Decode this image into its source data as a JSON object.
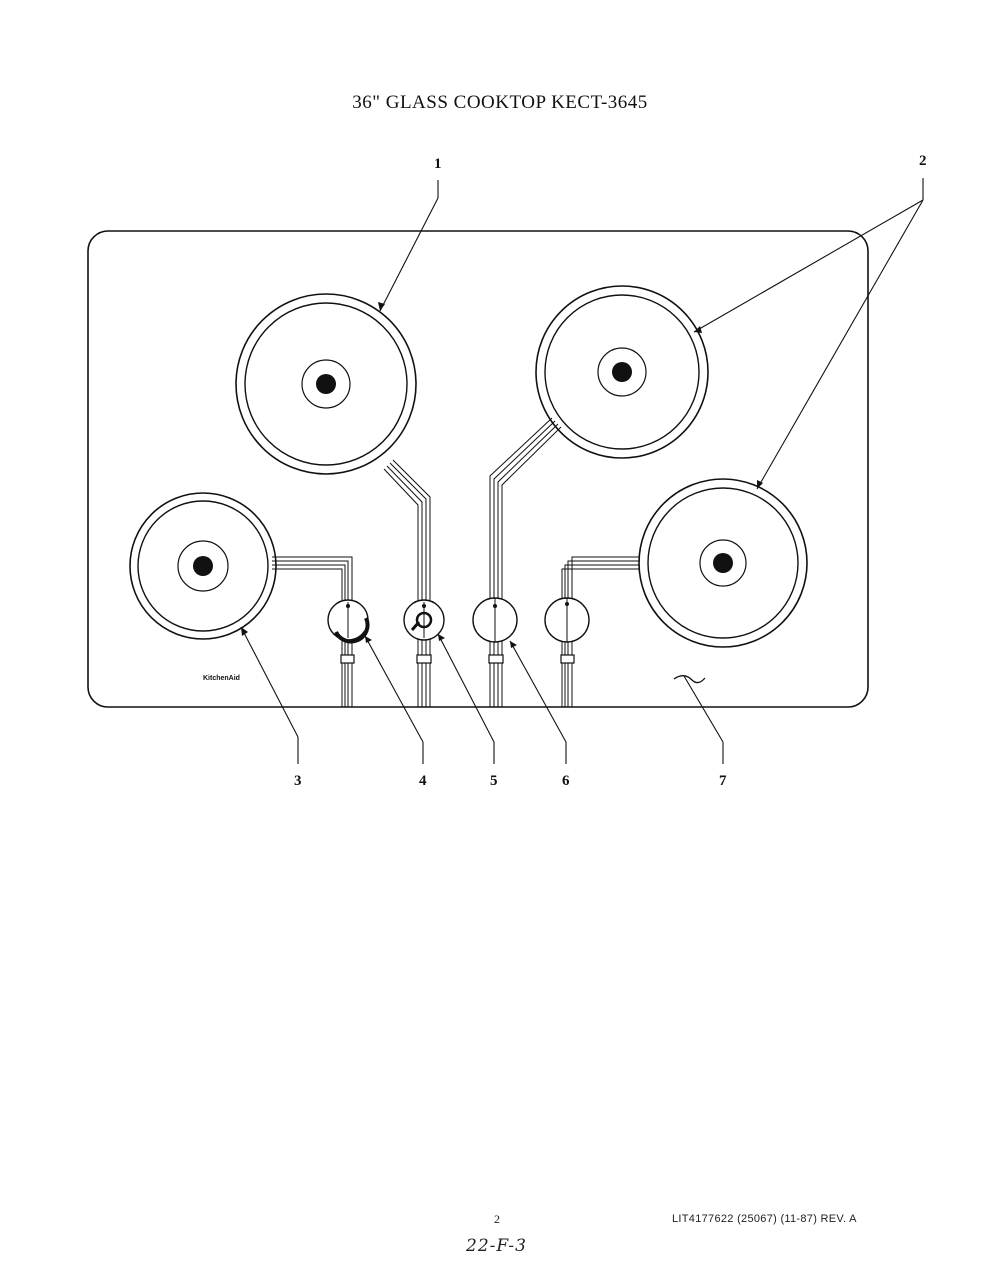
{
  "title": "36\" GLASS COOKTOP KECT-3645",
  "brand_text": "KitchenAid",
  "callouts": [
    "1",
    "2",
    "3",
    "4",
    "5",
    "6",
    "7"
  ],
  "footer": {
    "page_number": "2",
    "document_ref": "LIT4177622 (25067) (11-87) REV. A",
    "handwritten_ref": "22-F-3"
  }
}
